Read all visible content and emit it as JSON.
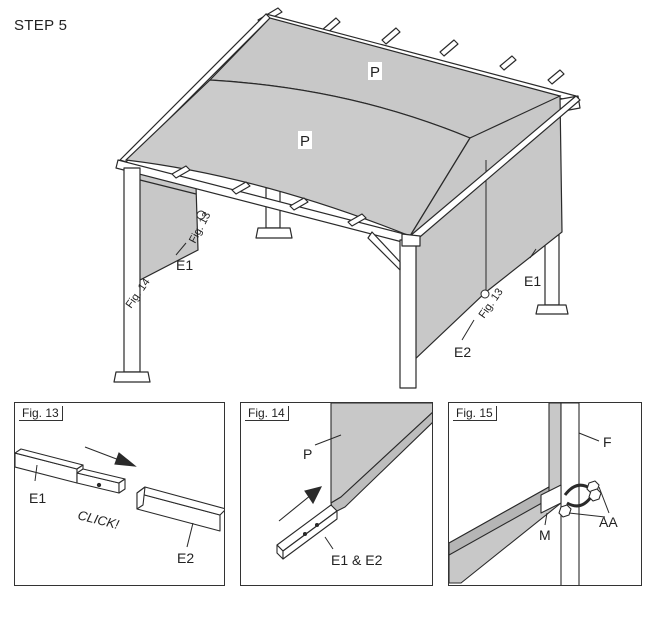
{
  "step_title": "STEP 5",
  "main": {
    "panel_label_back": "P",
    "panel_label_front": "P",
    "fig13_callout_left": "Fig. 13",
    "fig13_callout_right": "Fig. 13",
    "fig14_callout": "Fig. 14",
    "e1_left": "E1",
    "e1_right": "E1",
    "e2_front": "E2"
  },
  "fig13": {
    "title": "Fig. 13",
    "label_e1": "E1",
    "label_e2": "E2",
    "label_click": "CLICK!"
  },
  "fig14": {
    "title": "Fig. 14",
    "label_p": "P",
    "label_e1e2": "E1 & E2"
  },
  "fig15": {
    "title": "Fig. 15",
    "label_f": "F",
    "label_m": "M",
    "label_aa": "AA"
  },
  "colors": {
    "canopy": "#c8c8c8",
    "canopy_dark": "#b2b2b2",
    "line": "#2a2a2a",
    "frame": "#ffffff"
  }
}
